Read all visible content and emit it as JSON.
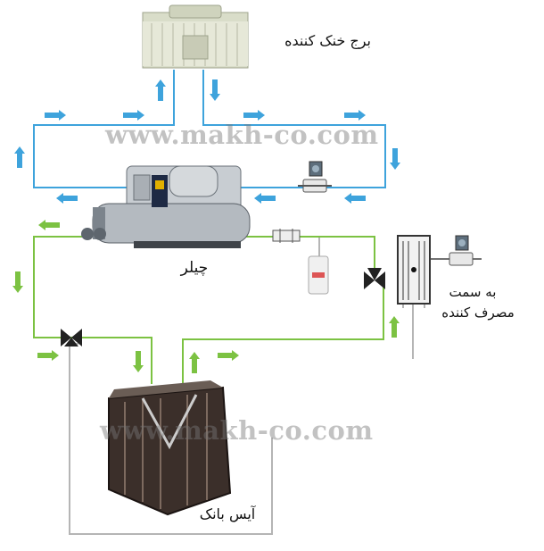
{
  "labels": {
    "cooling_tower": "برج خنک کننده",
    "chiller": "چیلر",
    "ice_bank": "آیس بانک",
    "consumer_line1": "به سمت",
    "consumer_line2": "مصرف کننده"
  },
  "watermarks": [
    "www.makh-co.com",
    "www.makh-co.com"
  ],
  "colors": {
    "condenser_loop": "#3ea3dc",
    "chilled_loop": "#7cc242",
    "bypass_line": "#b5b5b5",
    "valve": "#222222"
  }
}
